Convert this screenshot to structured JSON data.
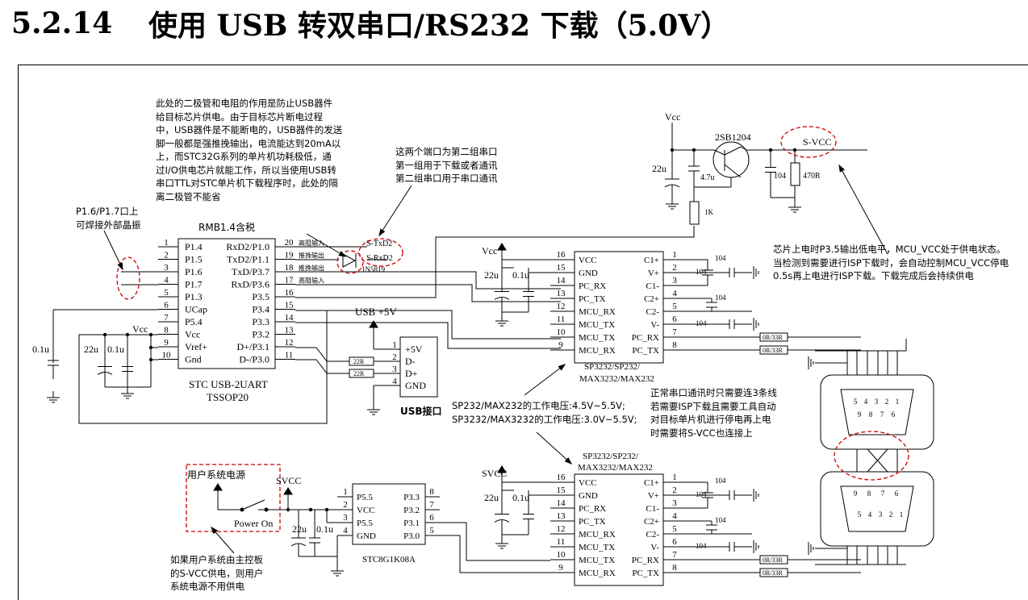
{
  "heading": {
    "number": "5.2.14",
    "title": "使用 USB 转双串口/RS232 下载（5.0V）"
  },
  "notes": {
    "diode_note": "此处的二极管和电阻的作用是防止USB器件\n给目标芯片供电。由于目标芯片断电过程\n中，USB器件是不能断电的，USB器件的发送\n脚一般都是强推挽输出，电流能达到20mA以\n上，而STC32G系列的单片机功耗极低，通\n过I/O供电芯片就能工作，所以当使用USB转\n串口TTL对STC单片机下载程序时，此处的隔\n离二极管不能省",
    "port_note": "这两个端口为第二组串口\n第一组用于下载或者通讯\n第二组串口用于串口通讯",
    "crystal_note": "P1.6/P1.7口上\n可焊接外部晶振",
    "power_note": "芯片上电时P3.5输出低电平，MCU_VCC处于供电状态。\n当检测到需要进行ISP下载时，会自动控制MCU_VCC停电\n0.5s再上电进行ISP下载。下载完成后会持续供电",
    "voltage_note": "SP232/MAX232的工作电压:4.5V~5.5V;\nSP3232/MAX3232的工作电压:3.0V~5.5V;",
    "three_wire_note": "正常串口通讯时只需要连3条线\n若需要ISP下载且需要工具自动\n对目标单片机进行停电再上电\n时需要将S-VCC也连接上",
    "user_power_note": "如果用户系统由主控板\n的S-VCC供电，则用户\n系统电源不用供电"
  },
  "usb_chip": {
    "top_label": "RMB1.4含税",
    "name": "STC USB-2UART",
    "package": "TSSOP20",
    "left_pins": [
      {
        "num": "1",
        "name": "P1.4"
      },
      {
        "num": "2",
        "name": "P1.5"
      },
      {
        "num": "3",
        "name": "P1.6"
      },
      {
        "num": "4",
        "name": "P1.7"
      },
      {
        "num": "5",
        "name": "P1.3"
      },
      {
        "num": "6",
        "name": "UCap"
      },
      {
        "num": "7",
        "name": "P5.4"
      },
      {
        "num": "8",
        "name": "Vcc"
      },
      {
        "num": "9",
        "name": "Vref+"
      },
      {
        "num": "10",
        "name": "Gnd"
      }
    ],
    "right_pins": [
      {
        "num": "20",
        "name": "RxD2/P1.0",
        "tag": "高阻输入"
      },
      {
        "num": "19",
        "name": "TxD2/P1.1",
        "tag": "推挽输出"
      },
      {
        "num": "18",
        "name": "TxD/P3.7",
        "tag": "推挽输出"
      },
      {
        "num": "17",
        "name": "RxD/P3.6",
        "tag": "高阻输入"
      },
      {
        "num": "16",
        "name": "P3.5",
        "tag": ""
      },
      {
        "num": "15",
        "name": "P3.4",
        "tag": ""
      },
      {
        "num": "14",
        "name": "P3.3",
        "tag": ""
      },
      {
        "num": "13",
        "name": "P3.2",
        "tag": ""
      },
      {
        "num": "12",
        "name": "D+/P3.1",
        "tag": ""
      },
      {
        "num": "11",
        "name": "D-/P3.0",
        "tag": ""
      }
    ]
  },
  "usb_connector": {
    "label": "USB接口",
    "power": "USB +5V",
    "pins": [
      {
        "num": "1",
        "name": "+5V"
      },
      {
        "num": "2",
        "name": "D-"
      },
      {
        "num": "3",
        "name": "D+"
      },
      {
        "num": "4",
        "name": "GND"
      }
    ],
    "r1": "22R",
    "r2": "22R"
  },
  "labels": {
    "s_txd2": "S-TxD2",
    "s_rxd2": "S-RxD2",
    "diode": "1N5819",
    "vcc": "Vcc",
    "c_22u": "22u",
    "c_01u": "0.1u",
    "c_47u": "4.7u",
    "transistor": "2SB1204",
    "s_vcc": "S-VCC",
    "c_104": "104",
    "r_470": "470R",
    "r_1k": "1K",
    "svcc": "SVCC",
    "user_power": "用户系统电源",
    "power_on": "Power On",
    "r_0r33": "0R/33R"
  },
  "rs232_chip": {
    "name_lines": [
      "SP3232/SP232/",
      "MAX3232/MAX232"
    ],
    "left_pins": [
      {
        "num": "16",
        "name": "VCC"
      },
      {
        "num": "15",
        "name": "GND"
      },
      {
        "num": "14",
        "name": "PC_RX"
      },
      {
        "num": "13",
        "name": "PC_TX"
      },
      {
        "num": "12",
        "name": "MCU_RX"
      },
      {
        "num": "11",
        "name": "MCU_TX"
      },
      {
        "num": "10",
        "name": "MCU_TX"
      },
      {
        "num": "9",
        "name": "MCU_RX"
      }
    ],
    "right_pins": [
      {
        "num": "1",
        "name": "C1+"
      },
      {
        "num": "2",
        "name": "V+"
      },
      {
        "num": "3",
        "name": "C1-"
      },
      {
        "num": "4",
        "name": "C2+"
      },
      {
        "num": "5",
        "name": "C2-"
      },
      {
        "num": "6",
        "name": "V-"
      },
      {
        "num": "7",
        "name": "PC_RX"
      },
      {
        "num": "8",
        "name": "PC_TX"
      }
    ]
  },
  "target_chip": {
    "name": "STC8G1K08A",
    "left_pins": [
      {
        "num": "1",
        "name": "P5.5"
      },
      {
        "num": "2",
        "name": "VCC"
      },
      {
        "num": "3",
        "name": "P5.5"
      },
      {
        "num": "4",
        "name": "GND"
      }
    ],
    "right_pins": [
      {
        "num": "8",
        "name": "P3.3"
      },
      {
        "num": "7",
        "name": "P3.2"
      },
      {
        "num": "6",
        "name": "P3.1"
      },
      {
        "num": "5",
        "name": "P3.0"
      }
    ]
  },
  "db9": {
    "top_row": [
      "5",
      "4",
      "3",
      "2",
      "1"
    ],
    "top_row2": [
      "9",
      "8",
      "7",
      "6"
    ],
    "bottom_row": [
      "9",
      "8",
      "7",
      "6"
    ],
    "bottom_row2": [
      "5",
      "4",
      "3",
      "2",
      "1"
    ]
  }
}
